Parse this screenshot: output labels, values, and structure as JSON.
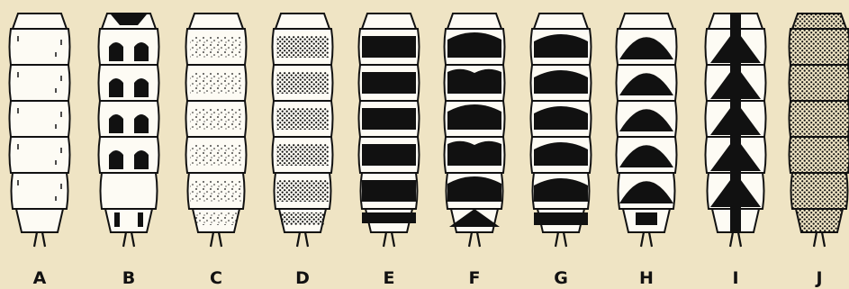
{
  "figure": {
    "panels": [
      {
        "letter": "A",
        "pattern": "outline-spotted"
      },
      {
        "letter": "B",
        "pattern": "paired-dorsal-spots"
      },
      {
        "letter": "C",
        "pattern": "stippled-bands"
      },
      {
        "letter": "D",
        "pattern": "heavy-stippled-bands"
      },
      {
        "letter": "E",
        "pattern": "solid-bands"
      },
      {
        "letter": "F",
        "pattern": "wavy-bands-with-triangles"
      },
      {
        "letter": "G",
        "pattern": "rounded-bands"
      },
      {
        "letter": "H",
        "pattern": "domed-bands"
      },
      {
        "letter": "I",
        "pattern": "median-triangle-stripe"
      },
      {
        "letter": "J",
        "pattern": "fully-stippled"
      }
    ],
    "colors": {
      "paper": "#efe4c4",
      "body_fill": "#fdfbf4",
      "ink": "#111111"
    }
  }
}
